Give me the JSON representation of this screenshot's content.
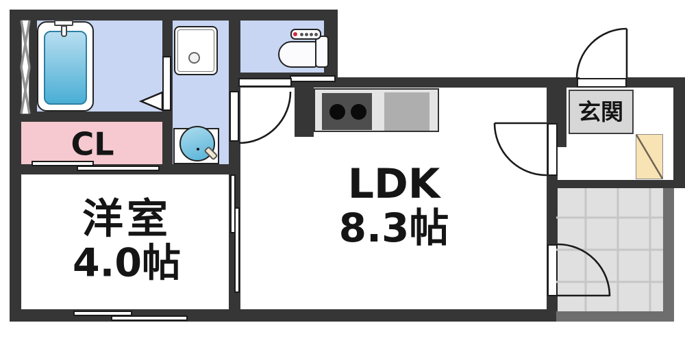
{
  "title": "1LDK floor plan",
  "rooms": {
    "ldk": {
      "name": "LDK",
      "size": "8.3帖"
    },
    "western": {
      "name": "洋室",
      "size": "4.0帖"
    },
    "closet": {
      "name": "CL"
    },
    "entrance": {
      "name": "玄関"
    }
  },
  "fixtures": [
    "bathtub",
    "washing-machine-pan",
    "washbasin",
    "toilet",
    "kitchen-counter",
    "gas-stove",
    "kitchen-sink",
    "shoe-cabinet",
    "balcony"
  ],
  "colors": {
    "wall": "#363636",
    "line": "#1a1a1a",
    "text": "#151515",
    "room-blue": "#c8d6f3",
    "closet-pink": "#f5c9cf",
    "shoe-tan": "#f8e3b4",
    "genkan-gray": "#d7d7d7",
    "balcony-fill": "#e0e0e0",
    "balcony-grid": "#c6c6c6",
    "balcony-wall": "#6e6e6e",
    "tub-light": "#b7def0",
    "tub-deep": "#4aaed5",
    "counter-gray": "#e4e4e4",
    "stove-gray": "#4e4e4e",
    "sink-gray": "#aeaeae"
  }
}
